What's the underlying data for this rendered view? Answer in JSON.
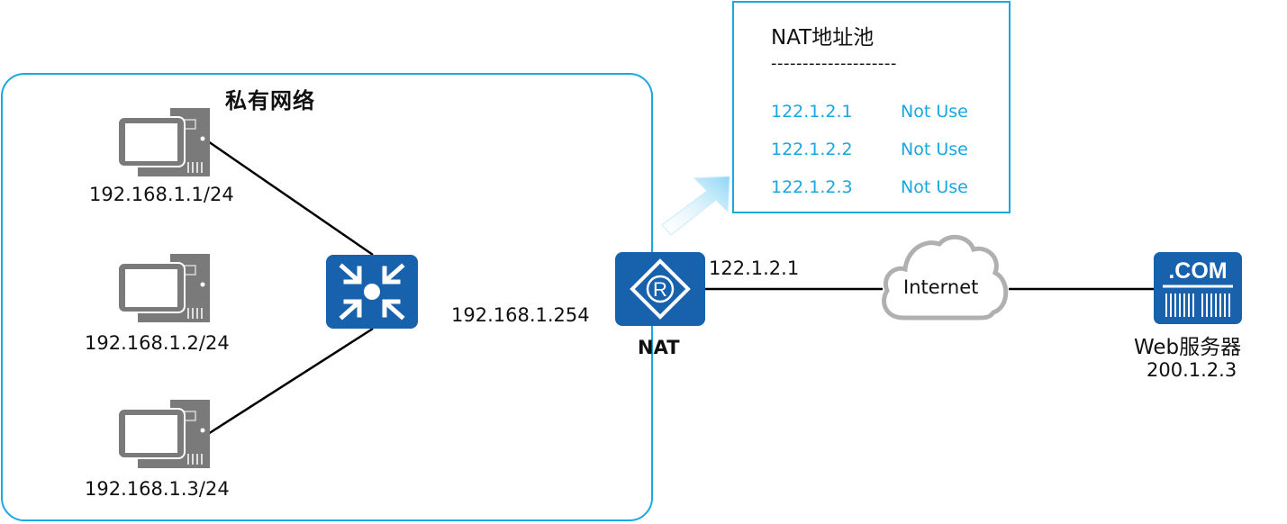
{
  "private_network": {
    "title": "私有网络",
    "hosts": [
      {
        "label": "192.168.1.1/24",
        "icon": "pc-icon"
      },
      {
        "label": "192.168.1.2/24",
        "icon": "pc-icon"
      },
      {
        "label": "192.168.1.3/24",
        "icon": "pc-icon"
      }
    ],
    "switch_icon": "switch-icon",
    "gateway_ip": "192.168.1.254"
  },
  "nat_device": {
    "label": "NAT",
    "icon": "router-icon",
    "public_ip": "122.1.2.1"
  },
  "nat_pool": {
    "title": "NAT地址池",
    "separator": "--------------------",
    "entries": [
      {
        "ip": "122.1.2.1",
        "status": "Not Use"
      },
      {
        "ip": "122.1.2.2",
        "status": "Not Use"
      },
      {
        "ip": "122.1.2.3",
        "status": "Not Use"
      }
    ]
  },
  "internet": {
    "label": "Internet",
    "icon": "cloud-icon"
  },
  "web_server": {
    "icon_text": ".COM",
    "label": "Web服务器",
    "ip": "200.1.2.3"
  },
  "colors": {
    "accent_blue": "#1ba7e0",
    "device_blue": "#1862ad",
    "pc_gray": "#7a7a7a",
    "cloud_gray": "#b0b0b0",
    "pool_text": "#1aa6df"
  }
}
